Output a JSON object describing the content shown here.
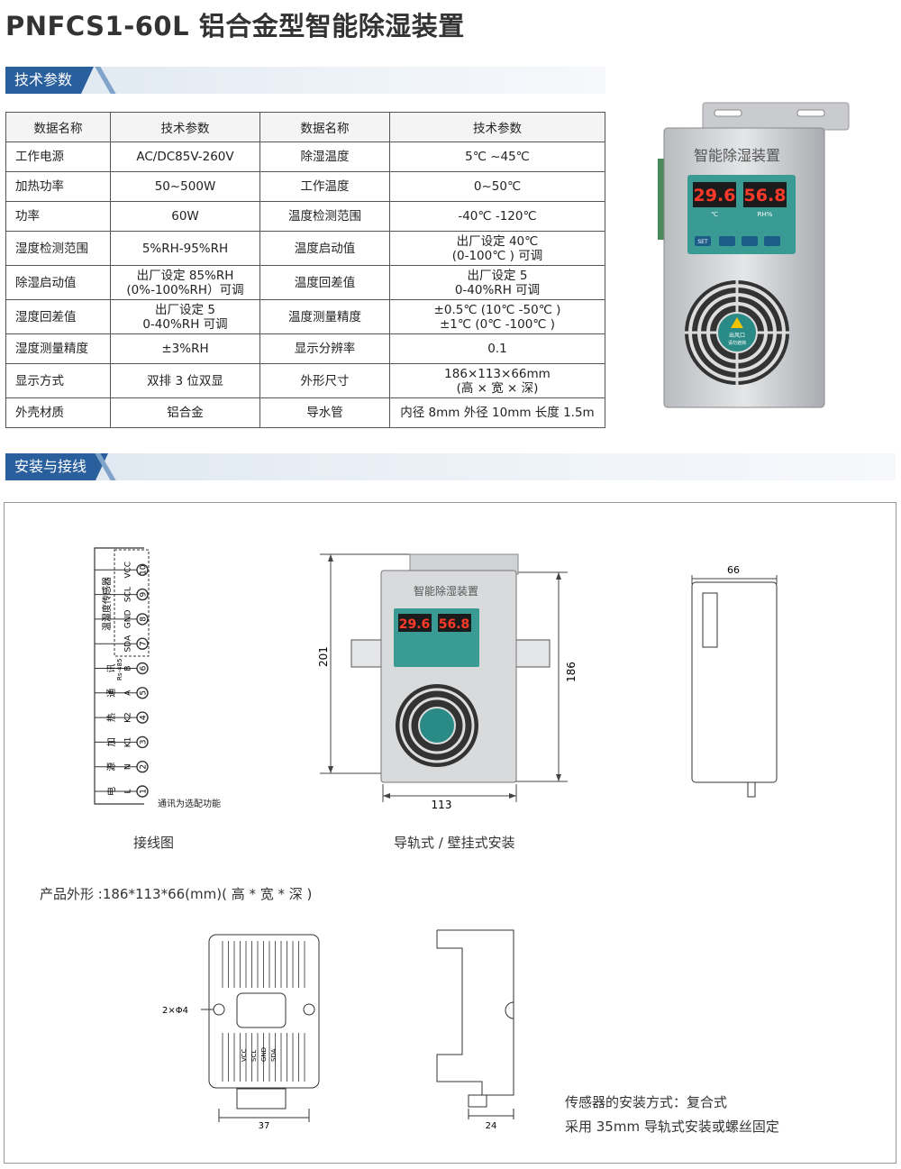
{
  "page_title": "PNFCS1-60L 铝合金型智能除湿装置",
  "sections": {
    "specs": "技术参数",
    "install": "安装与接线"
  },
  "table": {
    "headers": [
      "数据名称",
      "技术参数",
      "数据名称",
      "技术参数"
    ],
    "rows": [
      [
        "工作电源",
        "AC/DC85V-260V",
        "除湿温度",
        "5℃ ~45℃"
      ],
      [
        "加热功率",
        "50~500W",
        "工作温度",
        "0~50℃"
      ],
      [
        "功率",
        "60W",
        "温度检测范围",
        "-40℃ -120℃"
      ],
      [
        "湿度检测范围",
        "5%RH-95%RH",
        "温度启动值",
        "出厂设定 40℃\n(0-100℃ ) 可调"
      ],
      [
        "除湿启动值",
        "出厂设定 85%RH\n(0%-100%RH）可调",
        "温度回差值",
        "出厂设定 5\n0-40%RH 可调"
      ],
      [
        "湿度回差值",
        "出厂设定 5\n0-40%RH 可调",
        "温度测量精度",
        "±0.5℃ (10℃ -50℃ )\n±1℃ (0℃ -100℃ )"
      ],
      [
        "湿度测量精度",
        "±3%RH",
        "显示分辨率",
        "0.1"
      ],
      [
        "显示方式",
        "双排 3 位双显",
        "外形尺寸",
        "186×113×66mm\n(高 × 宽 × 深)"
      ],
      [
        "外壳材质",
        "铝合金",
        "导水管",
        "内径 8mm 外径 10mm 长度 1.5m"
      ]
    ]
  },
  "device": {
    "panel_title": "智能除湿装置",
    "temp_reading": "29.6",
    "rh_reading": "56.8",
    "unit_c": "℃",
    "unit_rh": "RH%",
    "set_key": "SET",
    "warning_text": "出风口",
    "warning_sub": "请勿遮挡"
  },
  "wiring": {
    "caption": "接线图",
    "note": "通讯为选配功能",
    "terminals": [
      {
        "n": "1",
        "sig": "L",
        "grp": "电"
      },
      {
        "n": "2",
        "sig": "N",
        "grp": "源"
      },
      {
        "n": "3",
        "sig": "K1",
        "grp": "加"
      },
      {
        "n": "4",
        "sig": "K2",
        "grp": "热"
      },
      {
        "n": "5",
        "sig": "A",
        "grp": "通"
      },
      {
        "n": "6",
        "sig": "B",
        "grp": "讯"
      },
      {
        "n": "7",
        "sig": "SDA",
        "grp": ""
      },
      {
        "n": "8",
        "sig": "GND",
        "grp": ""
      },
      {
        "n": "9",
        "sig": "SCL",
        "grp": ""
      },
      {
        "n": "10",
        "sig": "VCC",
        "grp": ""
      }
    ],
    "rs485": "Rs-485",
    "sensor_label": "温湿度传感器"
  },
  "mount": {
    "caption": "导轨式 / 壁挂式安装",
    "dim_h1": "201",
    "dim_h2": "186",
    "dim_w": "113"
  },
  "side": {
    "dim_d": "66"
  },
  "outline": {
    "label": "产品外形 :186*113*66(mm)( 高 * 宽 * 深 )"
  },
  "sensor": {
    "hole": "2×Φ4",
    "dim_w": "37",
    "pins": [
      "VCC",
      "SCL",
      "GND",
      "SDA"
    ]
  },
  "rail": {
    "dim": "24"
  },
  "install_note": {
    "line1": "传感器的安装方式：复合式",
    "line2": "采用 35mm 导轨式安装或螺丝固定"
  }
}
